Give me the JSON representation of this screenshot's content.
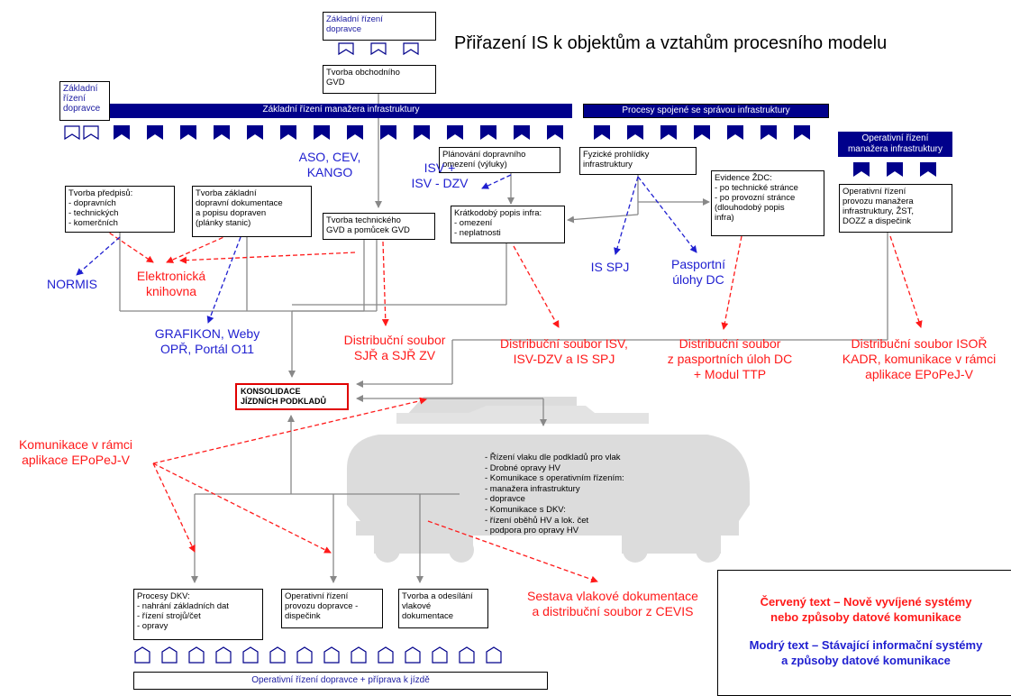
{
  "title": "Přiřazení IS k objektům a vztahům procesního modelu",
  "colors": {
    "navy": "#00008b",
    "red": "#ff1a1a",
    "blue": "#1f1fd0",
    "grey_line": "#888888"
  },
  "bars": {
    "zakladni_dopravce": "Základní\nřízení\ndopravce",
    "zakladni_manazer": "Základní řízení manažera infrastruktury",
    "sprava_infra": "Procesy spojené se správou infrastruktury",
    "operativni_manazer": "Operativní řízení\nmanažera infrastruktury",
    "bottom": "Operativní řízení dopravce + příprava k jízdě"
  },
  "boxes": {
    "zakladni_dopravce_top": "Základní řízení\ndopravce",
    "tvorba_obchodniho": "Tvorba obchodního\nGVD",
    "tvorba_predpisu": "Tvorba předpisů:\n- dopravních\n- technických\n- komerčních",
    "tvorba_dokumentace": "Tvorba základní\ndopravní dokumentace\na popisu dopraven\n(plánky stanic)",
    "tvorba_technickeho": "Tvorba technického\nGVD a pomůcek GVD",
    "planovani": "Plánování dopravního\nomezení (výluky)",
    "kratkodoby": "Krátkodobý popis infra:\n- omezení\n- neplatnosti",
    "fyzicke": "Fyzické prohlídky\ninfrastruktury",
    "evidence": "Evidence ŽDC:\n- po technické stránce\n- po provozní stránce\n(dlouhodobý popis\ninfra)",
    "operativni_provoz": "Operativní řízení\nprovozu manažera\ninfrastruktury, ŽST,\nDOZZ a dispečink",
    "konsolidace": "KONSOLIDACE\nJÍZDNÍCH PODKLADŮ",
    "procesy_dkv": "Procesy DKV:\n- nahrání základních dat\n- řízení strojů/čet\n- opravy",
    "operativni_dopravce": "Operativní řízení\nprovozu dopravce -\ndispečink",
    "tvorba_odesilani": "Tvorba a odesílání\nvlakové\ndokumentace"
  },
  "labels": {
    "aso": "ASO, CEV,\nKANGO",
    "isv": "ISV +\nISV - DZV",
    "normis": "NORMIS",
    "elektronicka": "Elektronická\nknihovna",
    "is_spj": "IS SPJ",
    "pasportni": "Pasportní\núlohy DC",
    "grafikon": "GRAFIKON, Weby\nOPŘ, Portál O11",
    "distr_sjr": "Distribuční soubor\nSJŘ a SJŘ ZV",
    "distr_isv": "Distribuční soubor ISV,\nISV-DZV a IS SPJ",
    "distr_dc": "Distribuční soubor\nz pasportních úloh DC\n+ Modul TTP",
    "distr_isor": "Distribuční soubor ISOŘ\nKADR, komunikace v rámci\naplikace EPoPeJ-V",
    "komunikace": "Komunikace v rámci\naplikace EPoPeJ-V",
    "sestava": "Sestava vlakové dokumentace\na distribuční soubor z CEVIS"
  },
  "note": "- Řízení vlaku dle podkladů pro vlak\n- Drobné opravy HV\n- Komunikace s operativním řízením:\n   - manažera infrastruktury\n   - dopravce\n- Komunikace s DKV:\n   - řízení oběhů HV a lok. čet\n   - podpora pro opravy HV",
  "legend": {
    "red": "Červený text – Nově vyvíjené systémy\nnebo způsoby datové komunikace",
    "blue": "Modrý text – Stávající informační systémy\na způsoby datové komunikace"
  }
}
